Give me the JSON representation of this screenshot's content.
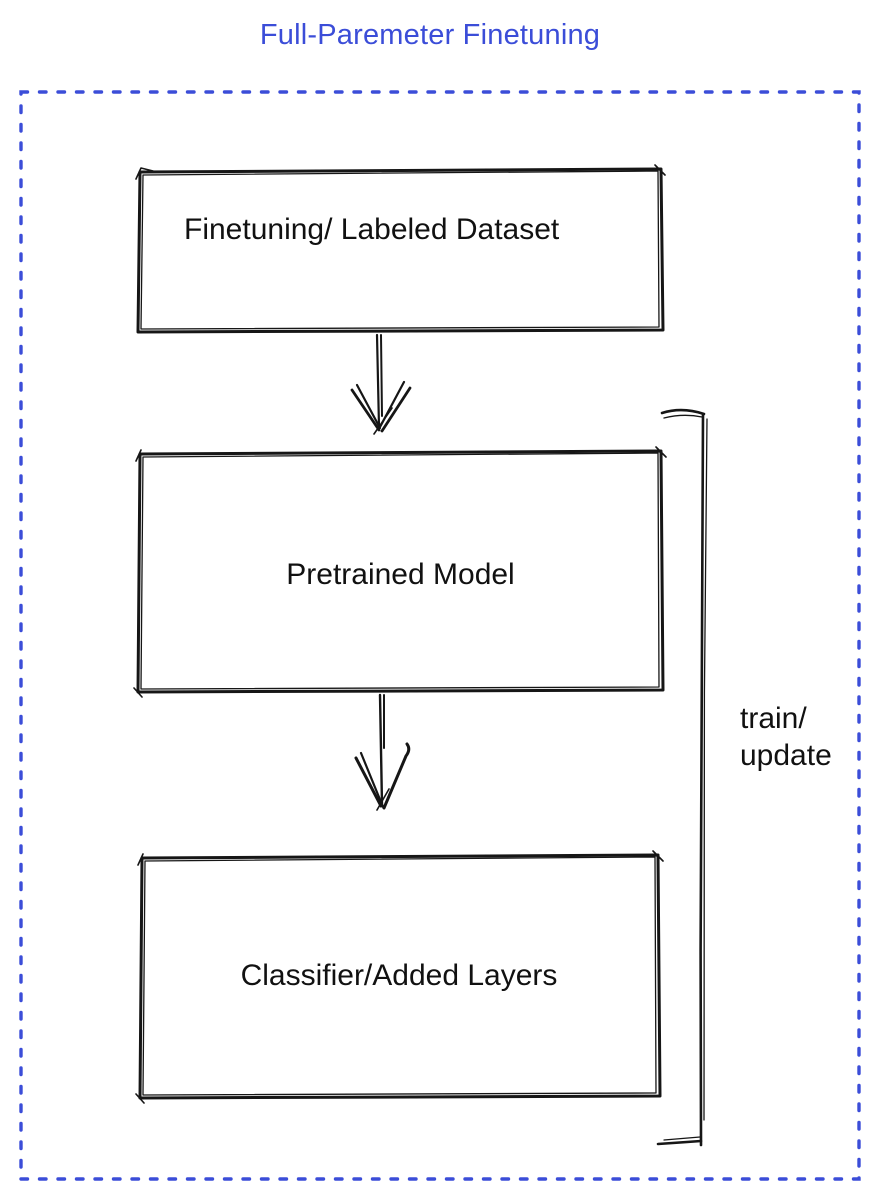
{
  "title": "Full-Paremeter Finetuning",
  "boxes": [
    {
      "label": "Finetuning/ Labeled Dataset",
      "fill": "#878E96"
    },
    {
      "label": "Pretrained Model",
      "fill": "#4A6DEE"
    },
    {
      "label": "Classifier/Added Layers",
      "fill": "#3EBE58"
    }
  ],
  "bracket": {
    "label_line1": "train/",
    "label_line2": "update"
  },
  "colors": {
    "title_text": "#3B4DD8",
    "dotted_border": "#3B4DD8",
    "sketch_stroke": "#161616",
    "label_text": "#111111",
    "background": "#ffffff"
  }
}
